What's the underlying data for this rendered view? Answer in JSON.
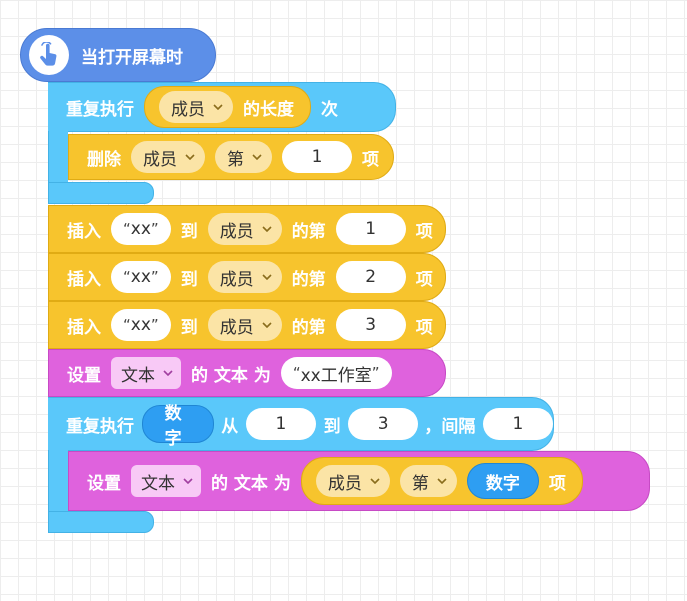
{
  "hat": {
    "label": "当打开屏幕时",
    "icon": "hand-pointer-icon"
  },
  "loop1": {
    "keyword": "重复执行",
    "list_dropdown": "成员",
    "length_label": "的长度",
    "times_label": "次",
    "body": {
      "delete_label": "删除",
      "list_dropdown": "成员",
      "index_mode": "第",
      "index_value": "1",
      "item_label": "项"
    }
  },
  "inserts": [
    {
      "insert_label": "插入",
      "value": "xx",
      "to_label": "到",
      "list": "成员",
      "pos_label": "的第",
      "index": "1",
      "item_label": "项"
    },
    {
      "insert_label": "插入",
      "value": "xx",
      "to_label": "到",
      "list": "成员",
      "pos_label": "的第",
      "index": "2",
      "item_label": "项"
    },
    {
      "insert_label": "插入",
      "value": "xx",
      "to_label": "到",
      "list": "成员",
      "pos_label": "的第",
      "index": "3",
      "item_label": "项"
    }
  ],
  "set_text1": {
    "set_label": "设置",
    "widget": "文本",
    "prop_label": "的 文本 为",
    "value": "xx工作室"
  },
  "loop2": {
    "keyword": "重复执行",
    "var": "数字",
    "from_label": "从",
    "from": "1",
    "to_label": "到",
    "to": "3",
    "step_label": "，间隔",
    "step": "1",
    "body": {
      "set_label": "设置",
      "widget": "文本",
      "prop_label": "的 文本 为",
      "list": "成员",
      "index_mode": "第",
      "var": "数字",
      "item_label": "项"
    }
  },
  "colors": {
    "hat": "#5c8fe8",
    "loop": "#5ac8fa",
    "list_block": "#f7c42d",
    "widget_block": "#df62dd",
    "variable": "#2e9ef2"
  }
}
